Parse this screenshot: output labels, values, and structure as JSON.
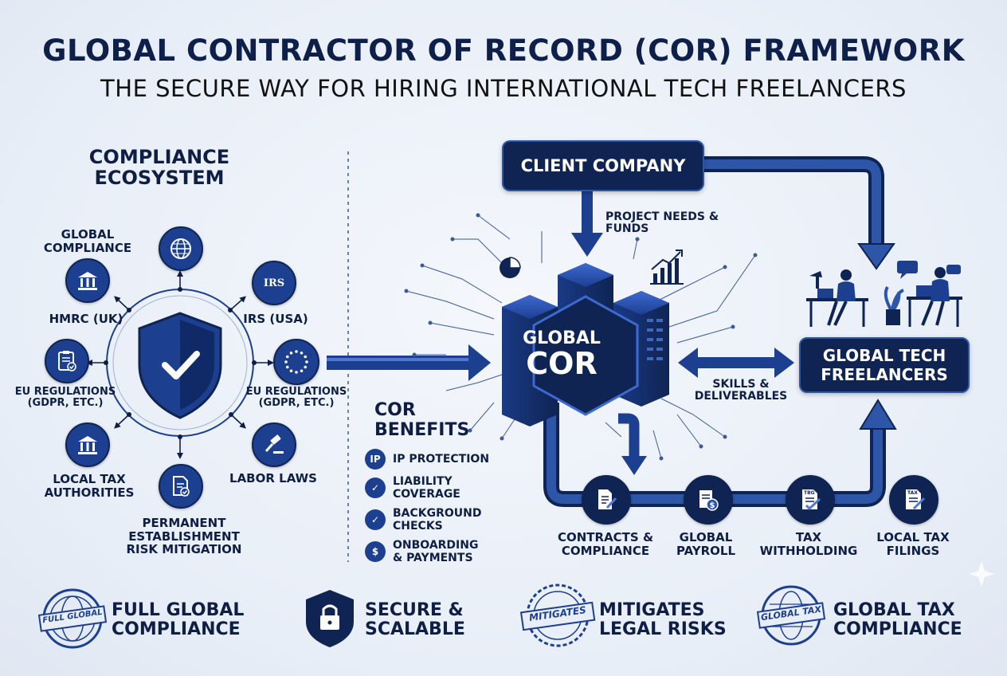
{
  "header": {
    "title": "GLOBAL CONTRACTOR OF RECORD (CoR) FRAMEWORK",
    "subtitle": "THE SECURE WAY FOR HIRING INTERNATIONAL TECH FREELANCERS"
  },
  "ecosystem": {
    "title": "COMPLIANCE ECOSYSTEM",
    "nodes": {
      "global_compliance": "GLOBAL COMPLIANCE",
      "hmrc": "HMRC (UK)",
      "irs": "IRS (USA)",
      "eu_left": "EU REGULATIONS (GDPR, etc.)",
      "eu_right": "EU REGULATIONS (GDPR, etc.)",
      "local_tax": "LOCAL TAX AUTHORITIES",
      "labor": "LABOR LAWS",
      "pe": "PERMANENT ESTABLISHMENT RISK MITIGATION"
    },
    "irs_icon_text": "IRS"
  },
  "flow": {
    "client": "CLIENT COMPANY",
    "project_needs": "PROJECT NEEDS & FUNDS",
    "cor_line1": "GLOBAL",
    "cor_line2": "COR",
    "freelancers": "GLOBAL TECH FREELANCERS",
    "skills": "SKILLS & DELIVERABLES",
    "steps": [
      {
        "label": "CONTRACTS & COMPLIANCE",
        "icon": "contract-icon"
      },
      {
        "label": "GLOBAL PAYROLL",
        "icon": "payroll-icon"
      },
      {
        "label": "TAX WITHHOLDING",
        "icon": "tax-withholding-icon",
        "icon_text": "TBG"
      },
      {
        "label": "LOCAL TAX FILINGS",
        "icon": "tax-filing-icon",
        "icon_text": "TAX"
      }
    ]
  },
  "benefits": {
    "title": "COR BENEFITS",
    "items": [
      {
        "icon_text": "IP",
        "label": "IP PROTECTION"
      },
      {
        "icon_text": "✓",
        "label": "LIABILITY COVERAGE"
      },
      {
        "icon_text": "✓",
        "label": "BACKGROUND CHECKS"
      },
      {
        "icon_text": "$",
        "label": "ONBOARDING & PAYMENTS"
      }
    ]
  },
  "footer": [
    {
      "stamp": "FULL GLOBAL",
      "label": "FULL GLOBAL COMPLIANCE"
    },
    {
      "stamp": "",
      "label": "SECURE & SCALABLE"
    },
    {
      "stamp": "MITIGATES",
      "label": "MITIGATES LEGAL RISKS"
    },
    {
      "stamp": "GLOBAL TAX",
      "label": "GLOBAL TAX COMPLIANCE"
    }
  ],
  "colors": {
    "navy": "#0f2452",
    "blue": "#1d3f8f",
    "accent": "#2d55a8"
  }
}
